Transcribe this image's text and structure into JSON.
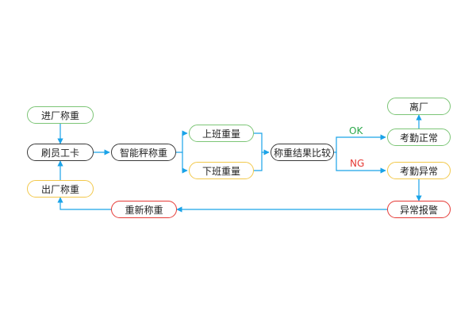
{
  "nodes": {
    "enter_weigh": "进厂称重",
    "swipe_card": "刷员工卡",
    "exit_weigh": "出厂称重",
    "smart_scale": "智能秤称重",
    "on_duty_weight": "上班重量",
    "off_duty_weight": "下班重量",
    "compare": "称重结果比较",
    "leave": "离厂",
    "attendance_normal": "考勤正常",
    "attendance_abnormal": "考勤异常",
    "alarm": "异常报警",
    "reweigh": "重新称重"
  },
  "labels": {
    "ok": "OK",
    "ng": "NG"
  },
  "colors": {
    "arrow": "#1aa3e8",
    "ok": "#2aa84a",
    "ng": "#e53935",
    "green_border": "#7cc576",
    "yellow_border": "#f2c84b",
    "red_border": "#e53935",
    "dark_border": "#3a3a3a"
  }
}
